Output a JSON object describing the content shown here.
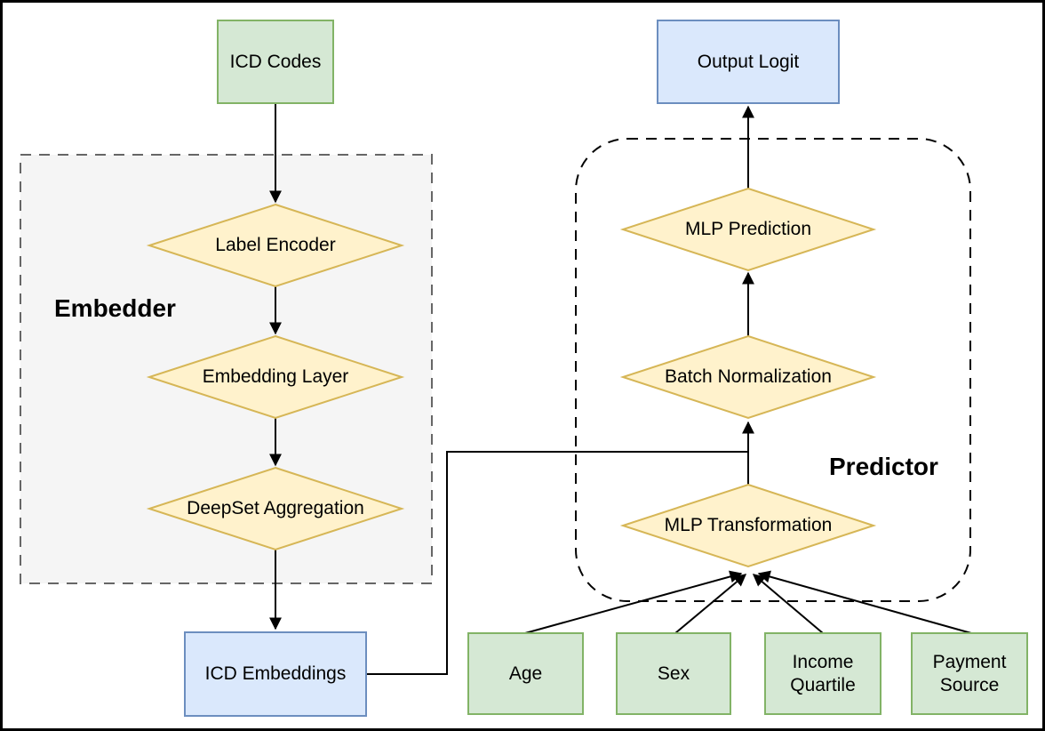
{
  "diagram": {
    "groups": {
      "embedder": {
        "label": "Embedder"
      },
      "predictor": {
        "label": "Predictor"
      }
    },
    "nodes": {
      "icd_codes": {
        "label": "ICD Codes"
      },
      "label_encoder": {
        "label": "Label Encoder"
      },
      "embedding_layer": {
        "label": "Embedding Layer"
      },
      "deepset_aggregation": {
        "label": "DeepSet Aggregation"
      },
      "icd_embeddings": {
        "label": "ICD Embeddings"
      },
      "output_logit": {
        "label": "Output Logit"
      },
      "mlp_prediction": {
        "label": "MLP Prediction"
      },
      "batch_normalization": {
        "label": "Batch Normalization"
      },
      "mlp_transformation": {
        "label": "MLP Transformation"
      },
      "age": {
        "label": "Age"
      },
      "sex": {
        "label": "Sex"
      },
      "income_quartile": {
        "label": "Income Quartile"
      },
      "payment_source": {
        "label": "Payment Source"
      }
    },
    "edges": [
      {
        "from": "ICD Codes",
        "to": "Label Encoder"
      },
      {
        "from": "Label Encoder",
        "to": "Embedding Layer"
      },
      {
        "from": "Embedding Layer",
        "to": "DeepSet Aggregation"
      },
      {
        "from": "DeepSet Aggregation",
        "to": "ICD Embeddings"
      },
      {
        "from": "ICD Embeddings",
        "to": "Batch Normalization"
      },
      {
        "from": "MLP Transformation",
        "to": "Batch Normalization"
      },
      {
        "from": "Batch Normalization",
        "to": "MLP Prediction"
      },
      {
        "from": "MLP Prediction",
        "to": "Output Logit"
      },
      {
        "from": "Age",
        "to": "MLP Transformation"
      },
      {
        "from": "Sex",
        "to": "MLP Transformation"
      },
      {
        "from": "Income Quartile",
        "to": "MLP Transformation"
      },
      {
        "from": "Payment Source",
        "to": "MLP Transformation"
      }
    ],
    "colors": {
      "input_fill": "#d5e8d4",
      "input_stroke": "#82b366",
      "io_fill": "#dae8fc",
      "io_stroke": "#6c8ebf",
      "process_fill": "#fff2cc",
      "process_stroke": "#d6b656",
      "embedder_fill": "#f5f5f5",
      "embedder_stroke": "#666666",
      "predictor_stroke": "#000000",
      "connector": "#000000"
    }
  }
}
